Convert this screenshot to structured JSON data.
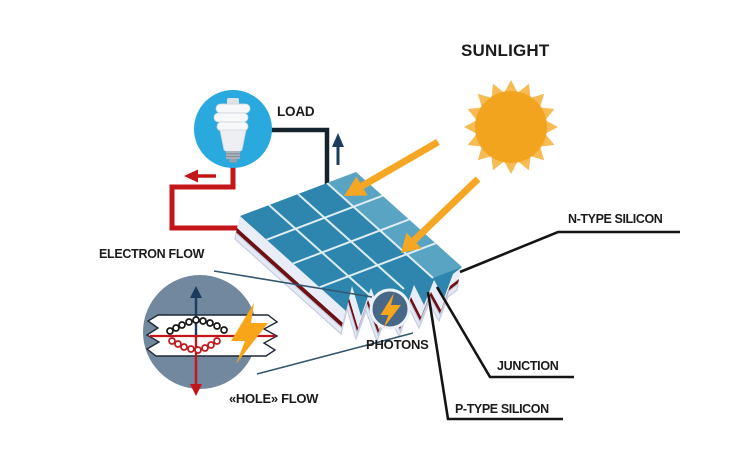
{
  "diagram": {
    "name": "solar-cell-working-principle-diagram",
    "labels": {
      "sunlight": "SUNLIGHT",
      "load": "LOAD",
      "electron_flow": "ELECTRON FLOW",
      "hole_flow": "«HOLE» FLOW",
      "photons": "PHOTONS",
      "n_type_silicon": "N-TYPE SILICON",
      "junction": "JUNCTION",
      "p_type_silicon": "P-TYPE SILICON"
    },
    "icons": {
      "sun": "sun-icon",
      "bulb": "cfl-bulb-icon",
      "lightning": "lightning-bolt-icon",
      "electron": "electron-dot-icon",
      "hole": "hole-dot-icon"
    },
    "colors": {
      "sun_core": "#F2A41E",
      "sun_rays": "#F7BB55",
      "photon_arrow_orange": "#F5A623",
      "panel_blue": "#2E86AE",
      "panel_grid": "#DFEDF4",
      "silicon_layer_white": "#E9EDF8",
      "junction_dark_red": "#6E1113",
      "wire_red": "#C2161B",
      "wire_black": "#15222C",
      "flow_arrow_navy": "#1C3C5E",
      "load_circle_blue": "#2AA9DF",
      "detail_circle_slate": "#72889F",
      "photons_circle_slate": "#476888",
      "lightning_orange": "#F9A51A"
    }
  }
}
